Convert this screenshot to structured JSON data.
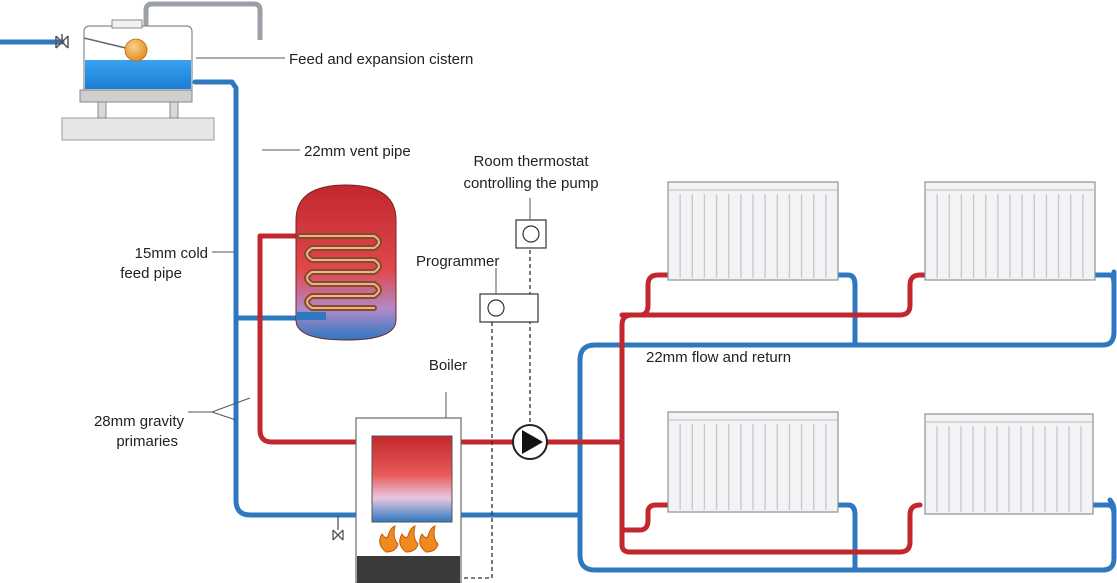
{
  "labels": {
    "cistern": "Feed and expansion cistern",
    "vent_pipe": "22mm vent pipe",
    "thermostat_line1": "Room thermostat",
    "thermostat_line2": "controlling the pump",
    "programmer": "Programmer",
    "cold_feed_line1": "15mm cold",
    "cold_feed_line2": "feed pipe",
    "boiler": "Boiler",
    "flow_return": "22mm flow and return",
    "gravity_line1": "28mm gravity",
    "gravity_line2": "primaries"
  },
  "colors": {
    "flow": "#c1272d",
    "return": "#2e78c0",
    "water": "#1f8de0",
    "control_wire": "#333333",
    "radiator": "#f2f3f5",
    "flame": "#f08a1e"
  }
}
